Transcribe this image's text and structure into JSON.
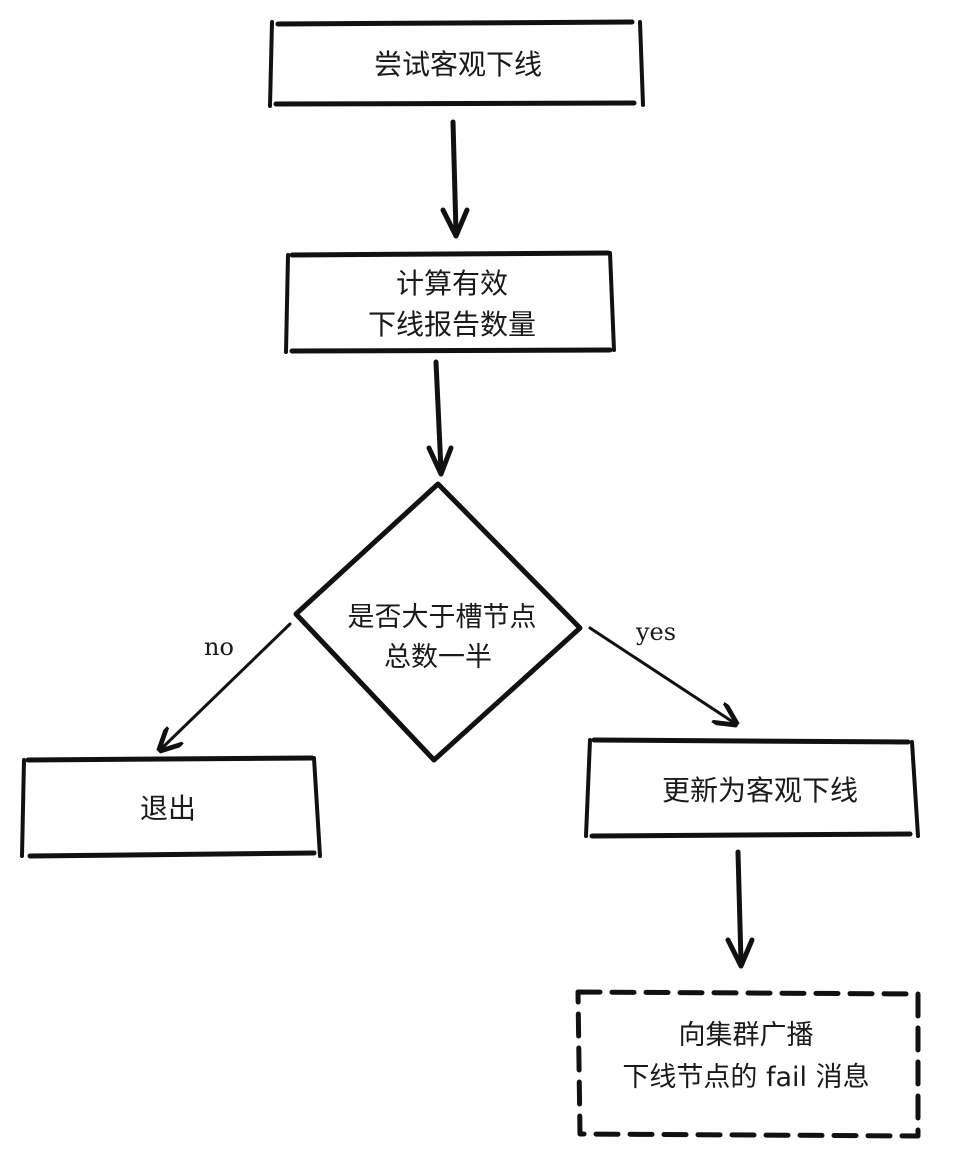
{
  "nodes": {
    "start": {
      "lines": [
        "尝试客观下线"
      ]
    },
    "count": {
      "lines": [
        "计算有效",
        "下线报告数量"
      ]
    },
    "decision": {
      "lines": [
        "是否大于槽节点",
        "总数一半"
      ]
    },
    "exit": {
      "lines": [
        "退出"
      ]
    },
    "update": {
      "lines": [
        "更新为客观下线"
      ]
    },
    "broadcast": {
      "lines": [
        "向集群广播",
        "下线节点的 fail 消息"
      ]
    }
  },
  "edges": {
    "no_label": "no",
    "yes_label": "yes"
  },
  "colors": {
    "ink": "#111111",
    "background": "#ffffff"
  }
}
